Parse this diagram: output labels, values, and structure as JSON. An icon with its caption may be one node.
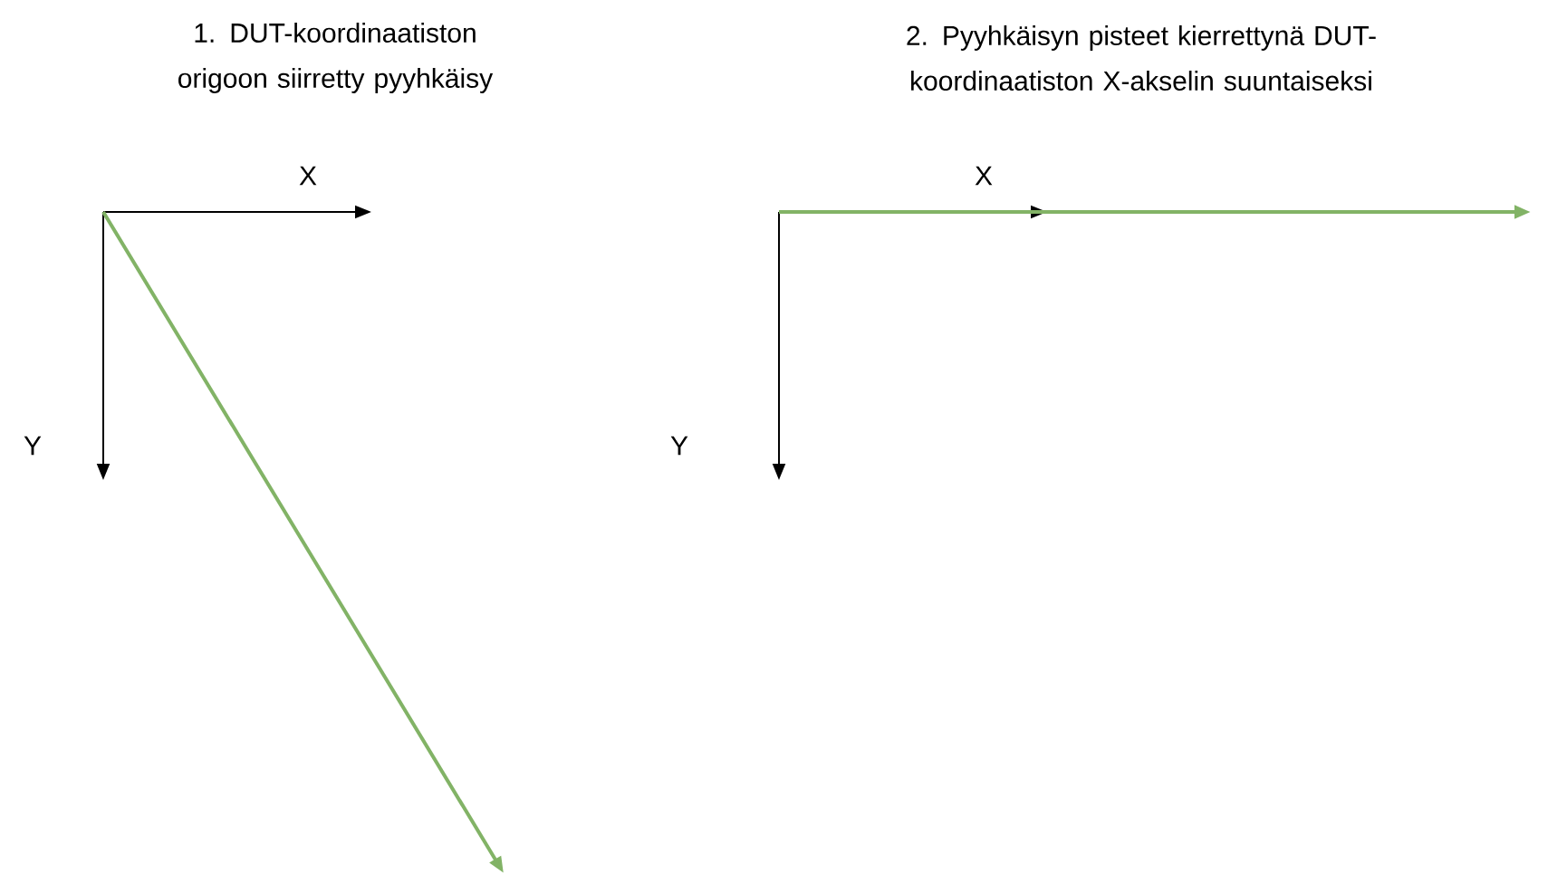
{
  "diagram": {
    "labels": [
      "1. DUT-koordinaatiston origoon siirretty pyyhkäisy",
      "2. Pyyhkäisyn pisteet kierrettynä DUT-koordinaatiston X-akselin suuntaiseksi",
      "X",
      "Y",
      "X",
      "Y"
    ]
  }
}
